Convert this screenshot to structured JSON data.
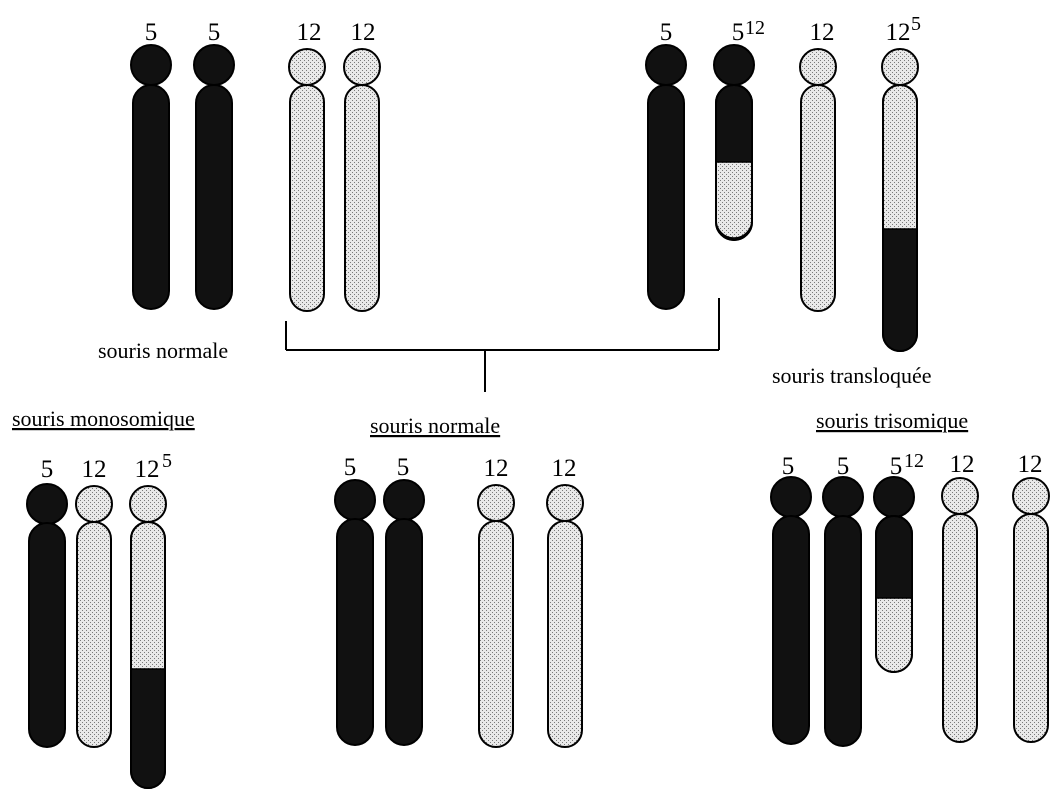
{
  "colors": {
    "chromosome_5": "#111111",
    "chromosome_12": "#e2e2e2",
    "outline": "#000000",
    "background": "#ffffff"
  },
  "groups": {
    "parent_normal": {
      "caption": "souris normale",
      "chromosomes": [
        {
          "label": "5",
          "type": "5"
        },
        {
          "label": "5",
          "type": "5"
        },
        {
          "label": "12",
          "type": "12"
        },
        {
          "label": "12",
          "type": "12"
        }
      ]
    },
    "parent_translocated": {
      "caption": "souris transloquée",
      "chromosomes": [
        {
          "label": "5",
          "type": "5"
        },
        {
          "label": "5",
          "sup": "12",
          "type": "5-12 translocation"
        },
        {
          "label": "12",
          "type": "12"
        },
        {
          "label": "12",
          "sup": "5",
          "type": "12-5 translocation"
        }
      ]
    },
    "offspring_monosomic": {
      "caption": "souris monosomique",
      "chromosomes": [
        {
          "label": "5",
          "type": "5"
        },
        {
          "label": "12",
          "type": "12"
        },
        {
          "label": "12",
          "sup": "5",
          "type": "12-5 translocation"
        }
      ]
    },
    "offspring_normal": {
      "caption": "souris normale",
      "chromosomes": [
        {
          "label": "5",
          "type": "5"
        },
        {
          "label": "5",
          "type": "5"
        },
        {
          "label": "12",
          "type": "12"
        },
        {
          "label": "12",
          "type": "12"
        }
      ]
    },
    "offspring_trisomic": {
      "caption": "souris trisomique",
      "chromosomes": [
        {
          "label": "5",
          "type": "5"
        },
        {
          "label": "5",
          "type": "5"
        },
        {
          "label": "5",
          "sup": "12",
          "type": "5-12 translocation"
        },
        {
          "label": "12",
          "type": "12"
        },
        {
          "label": "12",
          "type": "12"
        }
      ]
    }
  }
}
